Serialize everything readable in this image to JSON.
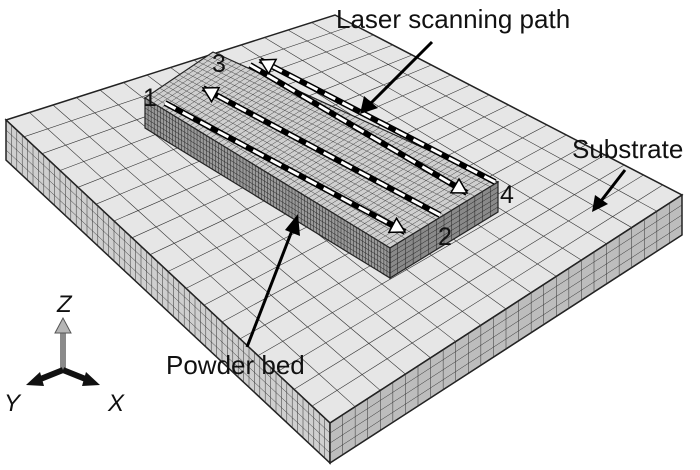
{
  "labels": {
    "laser_path": "Laser scanning path",
    "substrate": "Substrate",
    "powder_bed": "Powder bed"
  },
  "path_numbers": [
    "1",
    "2",
    "3",
    "4"
  ],
  "axes": {
    "z": "Z",
    "y": "Y",
    "x": "X"
  },
  "colors": {
    "substrate_top": "#e6e6e6",
    "substrate_front": "#cfcfcf",
    "substrate_right": "#bdbdbd",
    "powder_top": "#cfcfcf",
    "powder_front": "#9a9a9a",
    "mesh_line": "#2a2a2a",
    "arrow_dash": "#ffffff"
  }
}
